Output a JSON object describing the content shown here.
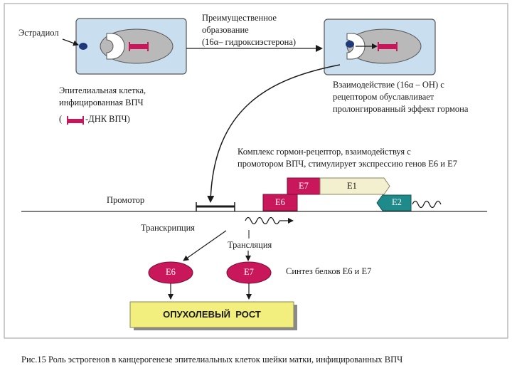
{
  "labels": {
    "estradiol": "Эстрадиол",
    "preferential": [
      "Преимущественное",
      "образование",
      "(16α– гидроксиэстерона)"
    ],
    "cell": [
      "Эпителиальная клетка,",
      "инфицированная ВПЧ",
      "(",
      "-ДНК ВПЧ)"
    ],
    "interaction": [
      "Взаимодействие (16α – ОН) с",
      "рецептором обуславливает",
      "пролонгированный эффект гормона"
    ],
    "complex": [
      "Комплекс гормон-рецептор, взаимодействуя с",
      "промотором ВПЧ, стимулирует экспрессию генов Е6 и Е7"
    ],
    "promoter": "Промотор",
    "transcription": "Транскрипция",
    "translation": "Трансляция",
    "synthesis": "Синтез белков Е6 и Е7"
  },
  "genes": {
    "e7": "E7",
    "e1": "E1",
    "e6": "E6",
    "e2": "E2"
  },
  "proteins": {
    "e6": "E6",
    "e7": "E7"
  },
  "outcome": "ОПУХОЛЕВЫЙ  РОСТ",
  "caption": "Рис.15 Роль эстрогенов в канцерогенезе эпителиальных клеток шейки матки, инфицированных ВПЧ",
  "colors": {
    "magenta": "#c8175a",
    "cell_bg": "#c9deee",
    "nucleus": "#b9b9b9",
    "e1_fill": "#f3f0cf",
    "e2_fill": "#1e8a8a",
    "outcome_fill": "#f2ef7e",
    "estradiol_dot": "#1f3a7a"
  }
}
